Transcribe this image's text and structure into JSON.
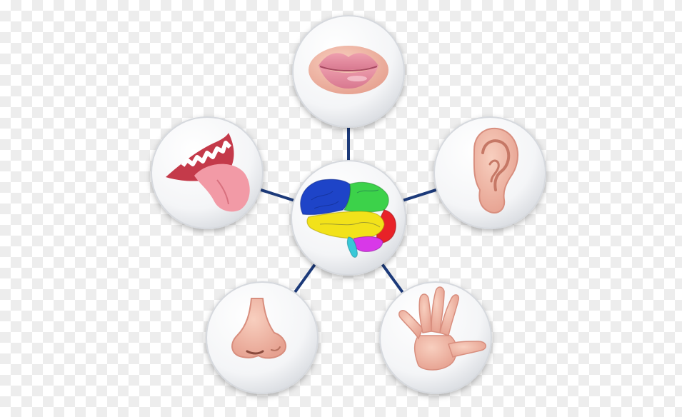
{
  "diagram": {
    "connector_color": "#1c3a7a",
    "bubble_border_color": "#d6d9de",
    "nodes": [
      {
        "name": "brain-icon",
        "role": "center"
      },
      {
        "name": "mouth-icon",
        "role": "satellite"
      },
      {
        "name": "ear-icon",
        "role": "satellite"
      },
      {
        "name": "hand-icon",
        "role": "satellite"
      },
      {
        "name": "nose-icon",
        "role": "satellite"
      },
      {
        "name": "tongue-icon",
        "role": "satellite"
      }
    ]
  }
}
